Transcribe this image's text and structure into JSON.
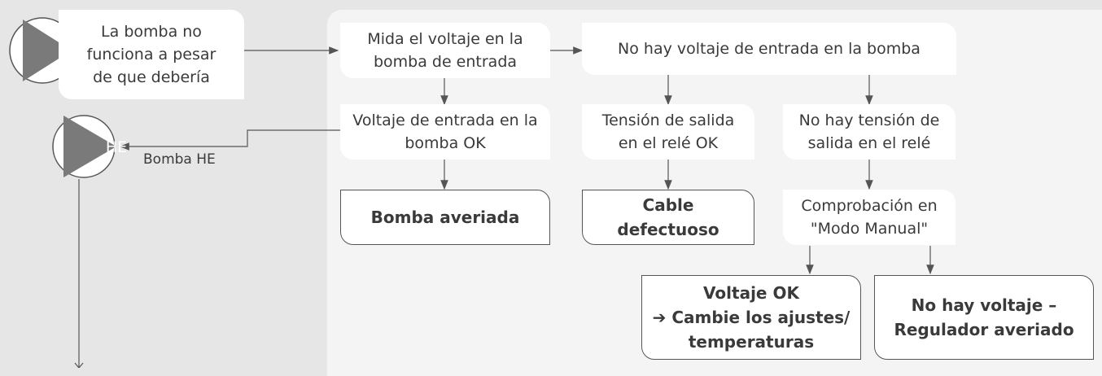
{
  "start": {
    "text": "La bomba no\nfunciona a pesar\nde que debería"
  },
  "he_icon": {
    "text": "HE"
  },
  "bomba_he_label": "Bomba HE",
  "nodes": {
    "measure": "Mida el voltaje en la\nbomba de entrada",
    "no_input_voltage": "No hay voltaje de entrada en la bomba",
    "input_ok": "Voltaje de entrada en la\nbomba OK",
    "pump_faulty": "Bomba averiada",
    "relay_output_ok": "Tensión de salida\nen el relé OK",
    "cable_defective": "Cable\ndefectuoso",
    "no_relay_output": "No hay tensión de\nsalida en el relé",
    "manual_check": "Comprobación en\n\"Modo Manual\"",
    "voltage_ok_change": "Voltaje OK\n➔ Cambie los ajustes/\ntemperaturas",
    "no_voltage_regulator": "No hay voltaje –\nRegulador averiado"
  },
  "colors": {
    "background": "#e6e6e6",
    "panel": "#f4f4f4",
    "box": "#ffffff",
    "icon": "#7a7a7a",
    "line": "#555555"
  }
}
